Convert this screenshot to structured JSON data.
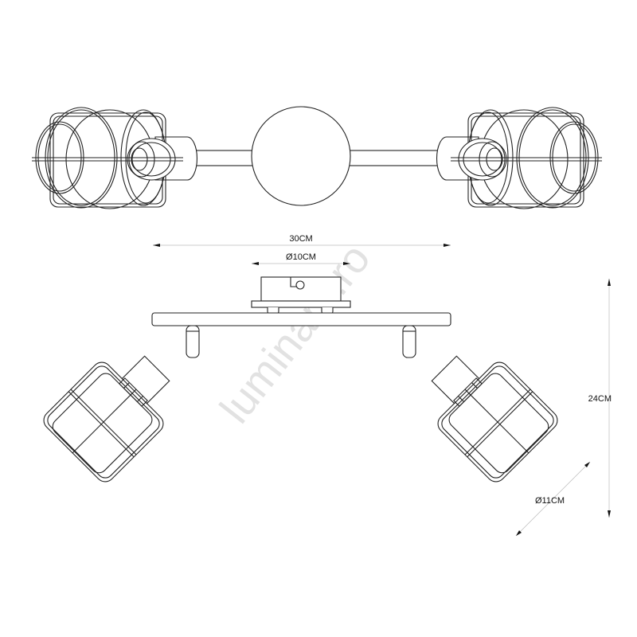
{
  "dimensions": {
    "width": "30CM",
    "canopy_diameter": "Ø10CM",
    "height": "24CM",
    "shade_diameter": "Ø11CM"
  },
  "watermark": "luminam.ro",
  "colors": {
    "line": "#222222",
    "watermark": "#e2e2e2"
  }
}
